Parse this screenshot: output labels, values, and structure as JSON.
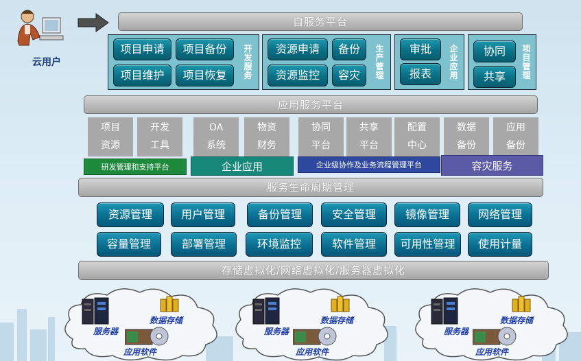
{
  "user": {
    "label": "云用户"
  },
  "self_service": {
    "title": "自服务平台",
    "groups": [
      {
        "buttons": [
          "项目申请",
          "项目备份",
          "项目维护",
          "项目恢复"
        ],
        "label": "开发服务"
      },
      {
        "buttons": [
          "资源申请",
          "备份",
          "资源监控",
          "容灾"
        ],
        "label": "生产管理"
      },
      {
        "buttons": [
          "审批",
          "报表"
        ],
        "label": "企业应用"
      },
      {
        "buttons": [
          "协同",
          "共享"
        ],
        "label": "项目管理"
      }
    ]
  },
  "app_service": {
    "title": "应用服务平台",
    "boxes": [
      [
        "项目",
        "资源"
      ],
      [
        "开发",
        "工具"
      ],
      [
        "OA",
        "系统"
      ],
      [
        "物资",
        "财务"
      ],
      [
        "协同",
        "平台"
      ],
      [
        "共享",
        "平台"
      ],
      [
        "配置",
        "中心"
      ],
      [
        "数据",
        "备份"
      ],
      [
        "应用",
        "备份"
      ]
    ],
    "bands": [
      "研发管理和支持平台",
      "企业应用",
      "企业级协作及业务流程管理平台",
      "容灾服务"
    ],
    "band_colors": [
      "#1d8a3c",
      "#16887a",
      "#2f48a0",
      "#5a5aa6"
    ]
  },
  "lifecycle": {
    "title": "服务生命周期管理",
    "row1": [
      "资源管理",
      "用户管理",
      "备份管理",
      "安全管理",
      "镜像管理",
      "网络管理"
    ],
    "row2": [
      "容量管理",
      "部署管理",
      "环境监控",
      "软件管理",
      "可用性管理",
      "使用计量"
    ]
  },
  "virtualization": {
    "title": "存储虚拟化/网络虚拟化/服务器虚拟化"
  },
  "clouds": [
    {
      "server": "服务器",
      "storage": "数据存储",
      "software": "应用软件"
    },
    {
      "server": "服务器",
      "storage": "数据存储",
      "software": "应用软件"
    },
    {
      "server": "服务器",
      "storage": "数据存储",
      "software": "应用软件"
    }
  ]
}
